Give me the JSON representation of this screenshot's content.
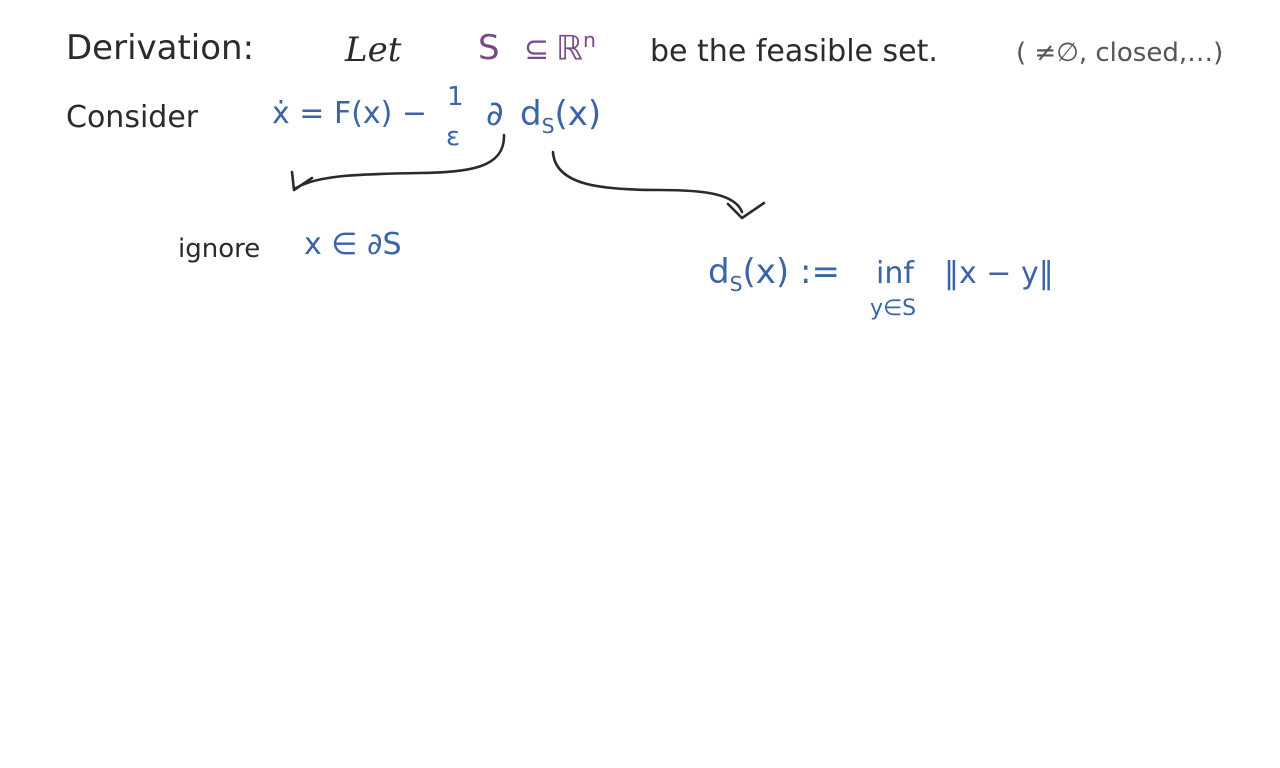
{
  "line1": {
    "derivation": "Derivation:",
    "let": "Let",
    "set_S": "S",
    "subset_symbol": "⊆",
    "reals": "ℝ",
    "reals_exp": "n",
    "rest": "be the feasible set.",
    "paren_note": "( ≠∅, closed,…)"
  },
  "line2": {
    "consider": "Consider",
    "xdot_lhs": "ẋ = F(x) −",
    "frac_num": "1",
    "frac_den": "ε",
    "partial": "∂",
    "d": "d",
    "d_sub": "S",
    "d_arg": "(x)"
  },
  "left_note": {
    "ignore": "ignore",
    "expr": "x ∈ ∂S"
  },
  "right_note": {
    "lhs": "d",
    "lhs_sub": "S",
    "lhs_rest": "(x) :=",
    "inf": "inf",
    "inf_sub": "y∈S",
    "norm": "‖x − y‖"
  },
  "colors": {
    "black_ink": "#2b2b2b",
    "blue_ink": "#3a63a8",
    "purple_ink": "#7a4a86"
  }
}
